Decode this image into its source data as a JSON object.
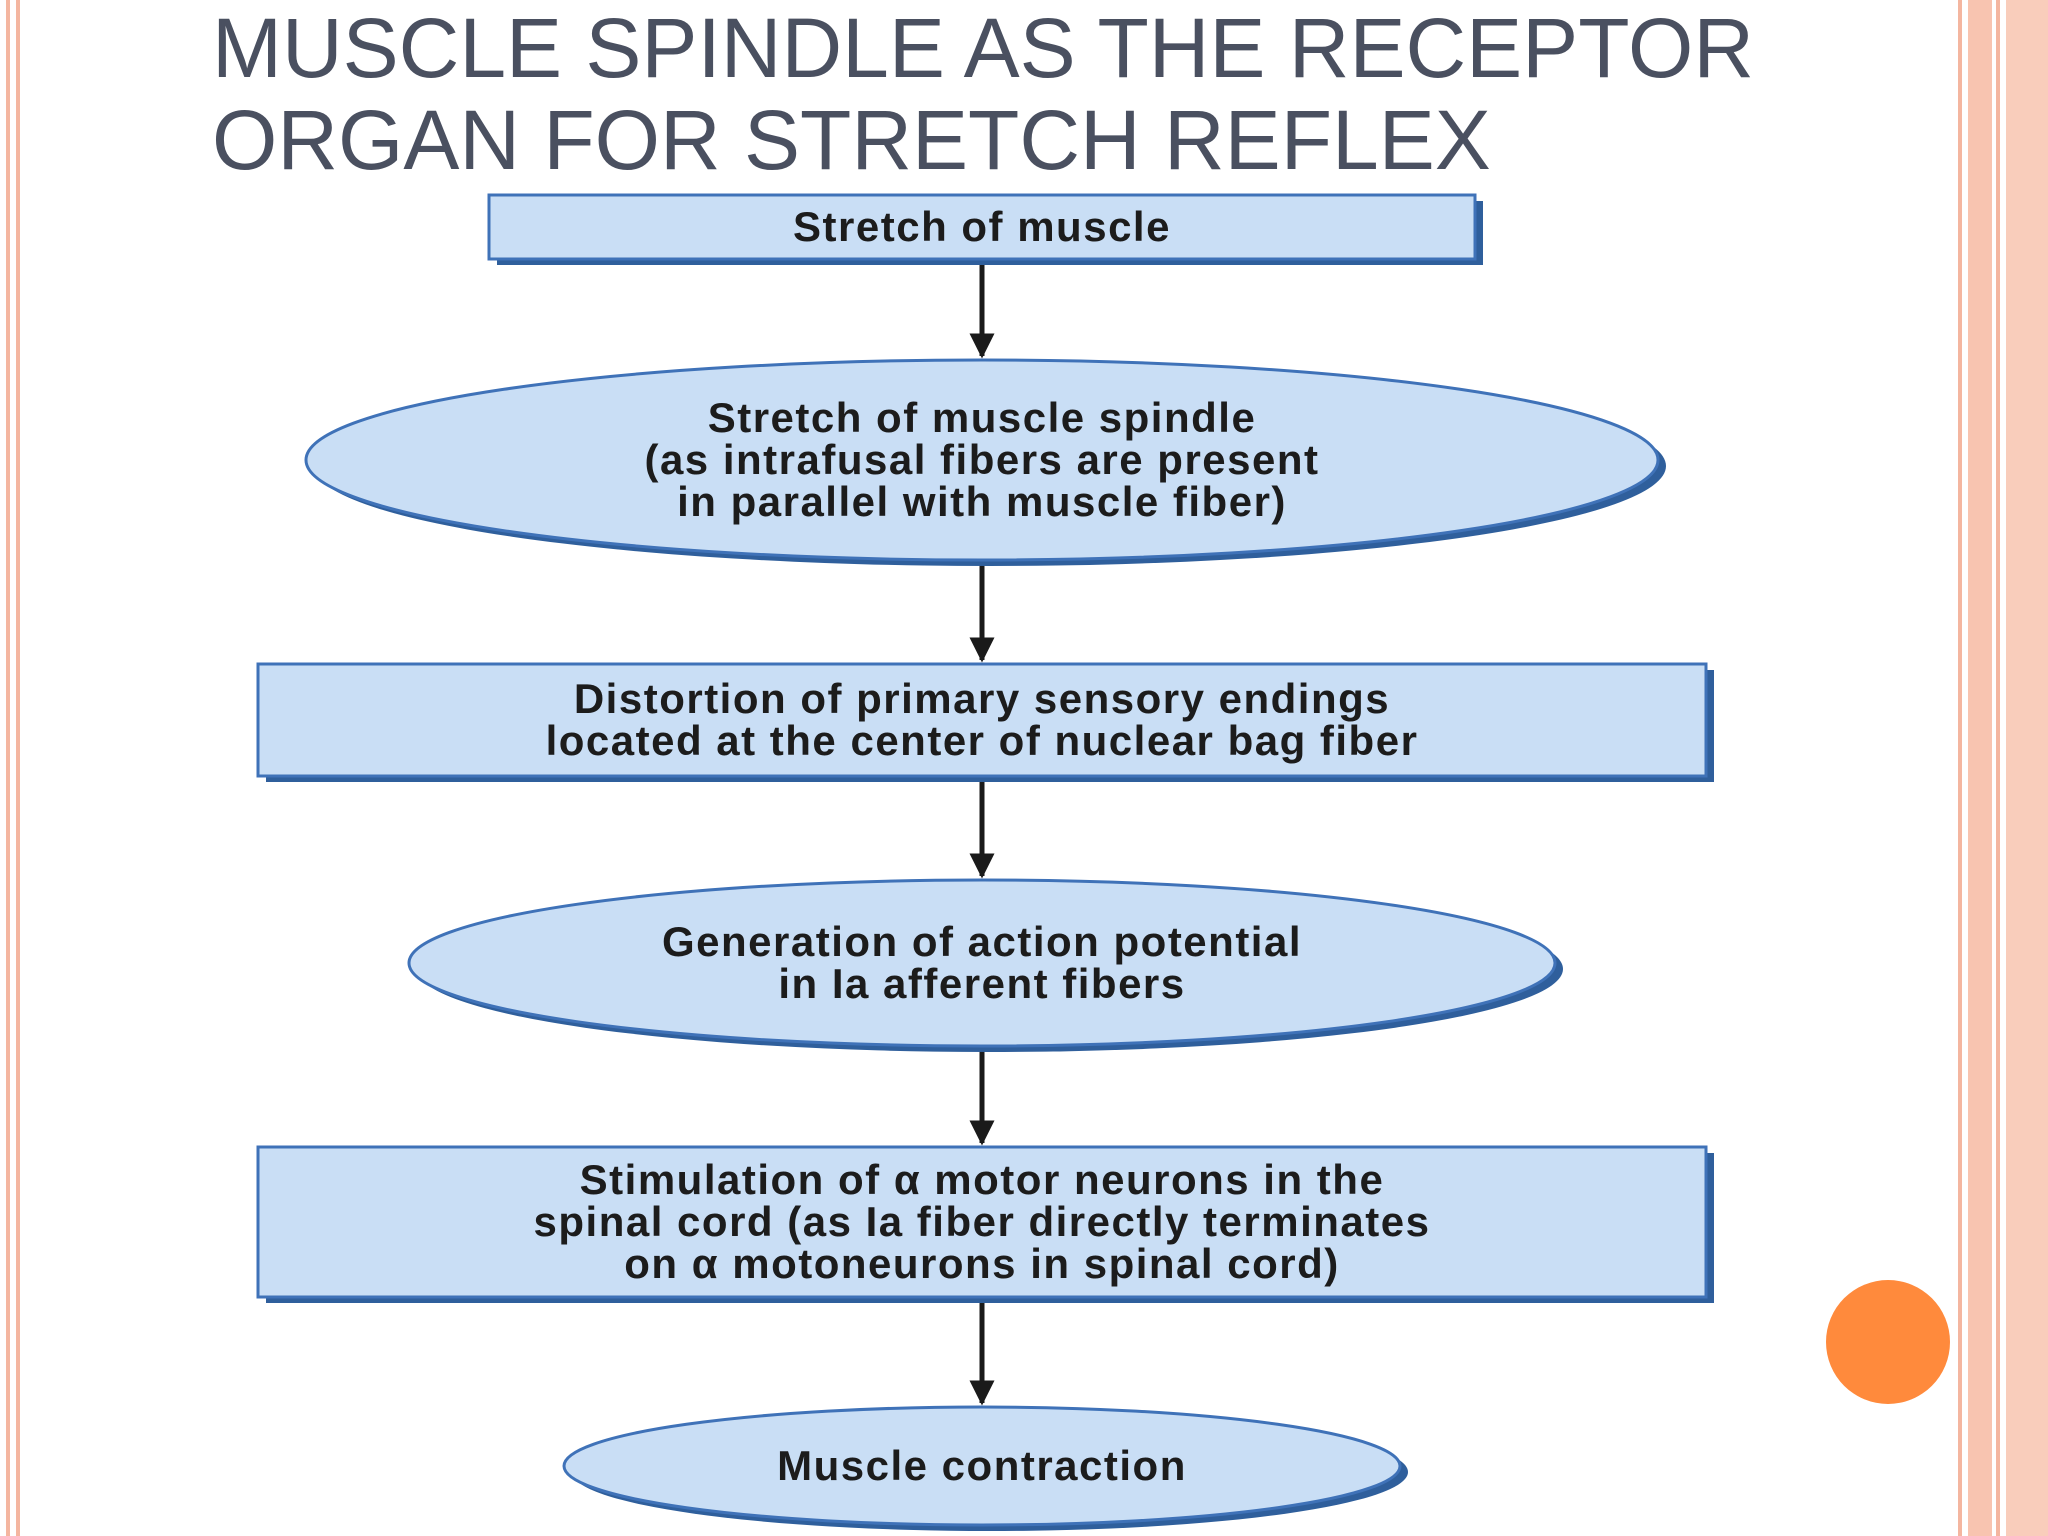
{
  "slide": {
    "title_lines": [
      "MUSCLE SPINDLE AS THE RECEPTOR",
      "ORGAN FOR STRETCH REFLEX"
    ]
  },
  "colors": {
    "box_fill": "#c9def5",
    "box_stroke": "#3f72b8",
    "arrow": "#1a1a1a",
    "title": "#4a5060",
    "accent_dot": "#ff8a3c",
    "frame": "#f4b6a0"
  },
  "flowchart": {
    "nodes": [
      {
        "id": "n1",
        "shape": "rectangle",
        "lines": [
          "Stretch of muscle"
        ]
      },
      {
        "id": "n2",
        "shape": "ellipse",
        "lines": [
          "Stretch of muscle spindle",
          "(as intrafusal fibers are present",
          "in parallel with muscle fiber)"
        ]
      },
      {
        "id": "n3",
        "shape": "rectangle",
        "lines": [
          "Distortion of primary sensory endings",
          "located at the center of nuclear bag fiber"
        ]
      },
      {
        "id": "n4",
        "shape": "ellipse",
        "lines": [
          "Generation of action potential",
          "in Ia afferent fibers"
        ]
      },
      {
        "id": "n5",
        "shape": "rectangle",
        "lines": [
          "Stimulation of α motor neurons in the",
          "spinal cord (as Ia fiber directly terminates",
          "on α motoneurons in spinal cord)"
        ]
      },
      {
        "id": "n6",
        "shape": "ellipse",
        "lines": [
          "Muscle contraction"
        ]
      }
    ],
    "edges": [
      {
        "from": "n1",
        "to": "n2"
      },
      {
        "from": "n2",
        "to": "n3"
      },
      {
        "from": "n3",
        "to": "n4"
      },
      {
        "from": "n4",
        "to": "n5"
      },
      {
        "from": "n5",
        "to": "n6"
      }
    ]
  }
}
